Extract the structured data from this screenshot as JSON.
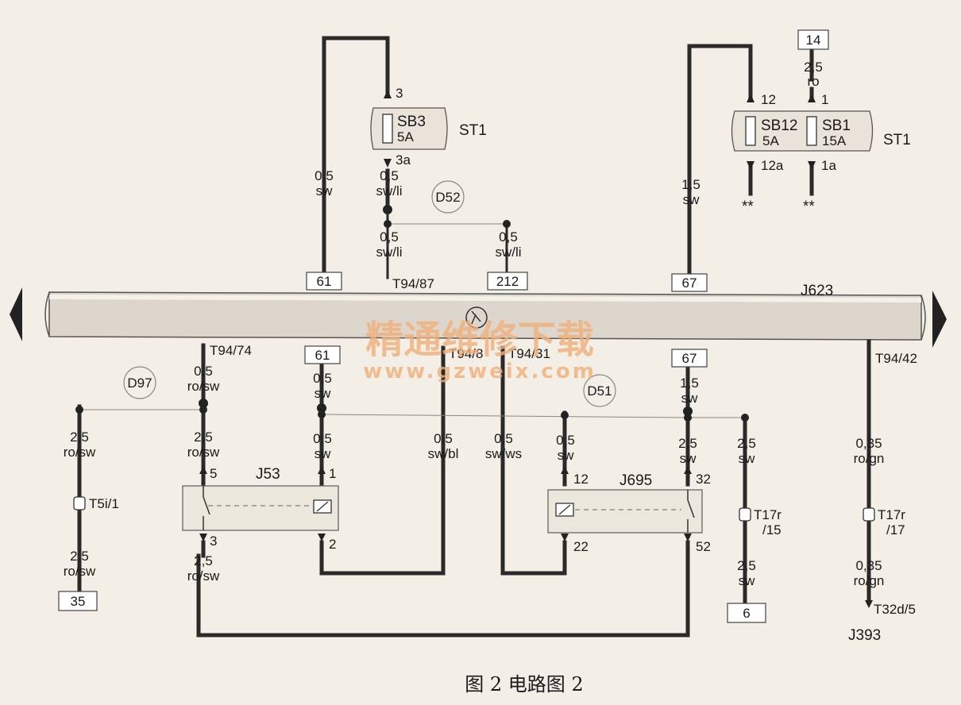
{
  "caption": "图 2  电路图 2",
  "watermark": {
    "cn": "精通维修下载",
    "url": "www.gzweix.com"
  },
  "units": {
    "st1_left": "ST1",
    "st1_right": "ST1",
    "j623": "J623",
    "j53": "J53",
    "j695": "J695",
    "j393": "J393"
  },
  "fuses": {
    "sb3": {
      "name": "SB3",
      "rating": "5A",
      "pin_top": "3",
      "pin_bot": "3a"
    },
    "sb12": {
      "name": "SB12",
      "rating": "5A",
      "pin_top": "12",
      "pin_bot": "12a"
    },
    "sb1": {
      "name": "SB1",
      "rating": "15A",
      "pin_top": "1",
      "pin_bot": "1a"
    }
  },
  "marks": {
    "m1": "**",
    "m2": "**"
  },
  "boxes": {
    "b14": "14",
    "b61_top": "61",
    "b212": "212",
    "b67_top": "67",
    "b61_bot": "61",
    "b67_bot": "67",
    "b35": "35",
    "b6": "6"
  },
  "points": {
    "d52": "D52",
    "d97": "D97",
    "d51": "D51"
  },
  "pins": {
    "t94_87": "T94/87",
    "t94_74": "T94/74",
    "t94_8": "T94/8",
    "t94_31": "T94/31",
    "t94_42": "T94/42",
    "t5i_1": "T5i/1",
    "t17r_a": "T17r",
    "t17r_15": "/15",
    "t17r_b": "T17r",
    "t17r_17": "/17",
    "t32d_5": "T32d/5",
    "j53_5": "5",
    "j53_1": "1",
    "j53_3": "3",
    "j53_2": "2",
    "j695_12": "12",
    "j695_32": "32",
    "j695_22": "22",
    "j695_52": "52"
  },
  "wires": {
    "w1": [
      "0,5",
      "sw"
    ],
    "w2": [
      "0,5",
      "sw/li"
    ],
    "w3": [
      "0,5",
      "sw/li"
    ],
    "w4": [
      "0,5",
      "sw/li"
    ],
    "w5": [
      "1,5",
      "sw"
    ],
    "w6": [
      "2,5",
      "ro"
    ],
    "w7": [
      "0,5",
      "ro/sw"
    ],
    "w8": [
      "0,5",
      "sw"
    ],
    "w9": [
      "1,5",
      "sw"
    ],
    "w10": [
      "2,5",
      "ro/sw"
    ],
    "w11": [
      "2,5",
      "ro/sw"
    ],
    "w12": [
      "0,5",
      "sw"
    ],
    "w13": [
      "0,5",
      "sw/bl"
    ],
    "w14": [
      "0,5",
      "sw/ws"
    ],
    "w15": [
      "0,5",
      "sw"
    ],
    "w16": [
      "2,5",
      "sw"
    ],
    "w17": [
      "2,5",
      "sw"
    ],
    "w18": [
      "0,35",
      "ro/gn"
    ],
    "w19": [
      "2,5",
      "ro/sw"
    ],
    "w20": [
      "2,5",
      "ro/sw"
    ],
    "w21": [
      "2,5",
      "sw"
    ],
    "w22": [
      "0,35",
      "ro/gn"
    ]
  }
}
